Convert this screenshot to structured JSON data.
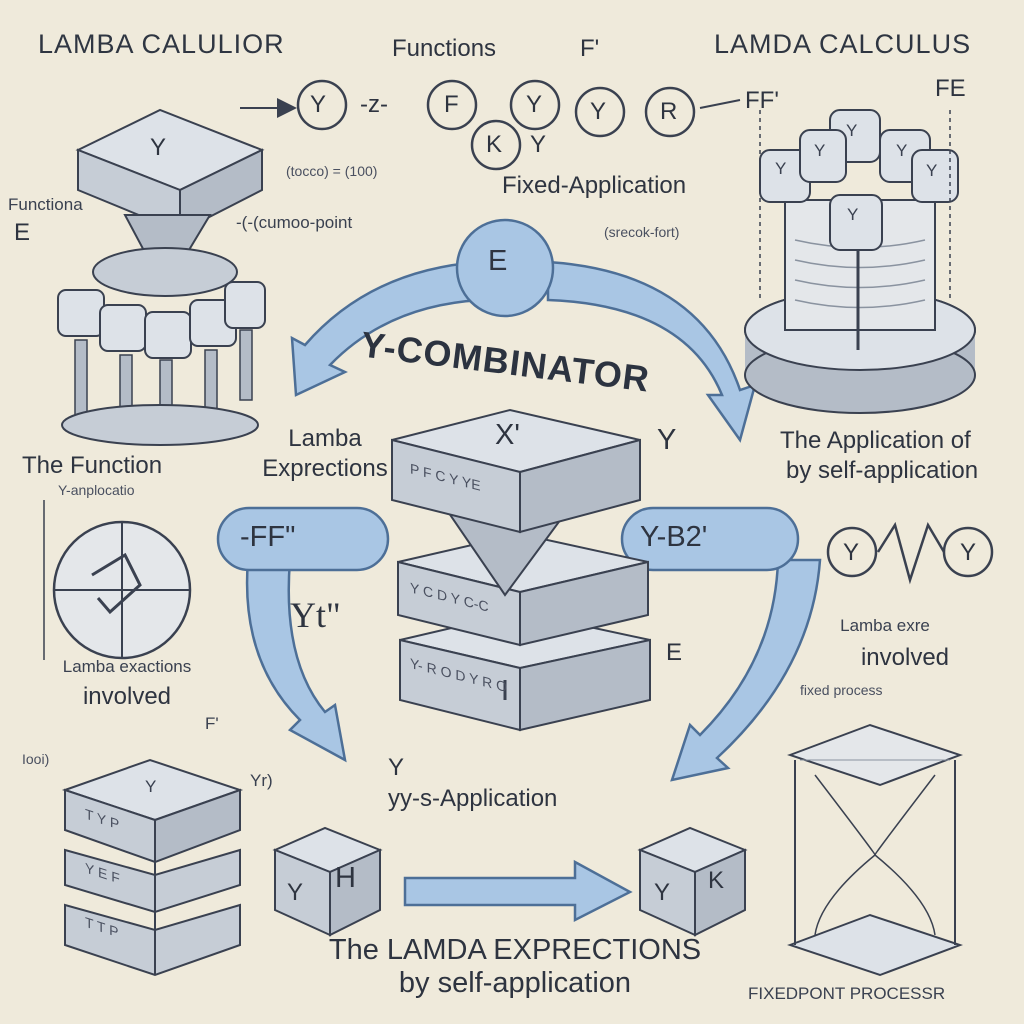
{
  "headings": {
    "top_left": "LAMBA CALULIOR",
    "top_right": "LAMDA CALCULUS",
    "center": "Y-COMBINATOR",
    "bottom": [
      "The LAMDA EXPRECTIONS",
      "by self-application"
    ],
    "bottom_right": "FIXEDPONT PROCESSR"
  },
  "labels": {
    "functions_top": "Functions",
    "f_prime_top": "F'",
    "fixed_application": "Fixed-Application",
    "combo_point": "-(-(cumoo-point",
    "paren_eq": "(tocco) = (100)",
    "reck_fort": "(srecok-fort)",
    "ff_top_right": "FF'",
    "fe_top_right": "FE",
    "functiona_left": "Functiona",
    "e_left": "E",
    "lamba_expr": [
      "Lamba",
      "Exprections"
    ],
    "the_function": "The Function",
    "y_anplocation": "Y-anplocatio",
    "lamba_exactions": [
      "Lamba exactions",
      "involved"
    ],
    "application_of": [
      "The Application of",
      "by self-application"
    ],
    "lamba_involved": [
      "Lamba exre",
      "involved"
    ],
    "fixed_process": "fixed  process",
    "y_apostrophe": "Y",
    "y_s_application": [
      "Y",
      "yy-s-Application"
    ],
    "yr_paren": "Yr)",
    "ioo_paren": "Iooi)",
    "f_mid_left": "F'",
    "yt": "Yt\"",
    "e_mark": "E"
  },
  "formula": {
    "row1": [
      "Y",
      "-z-",
      "F",
      "Y",
      "Y",
      "R"
    ],
    "row2": [
      "K",
      "Y"
    ],
    "arrow_left": "—>",
    "arrow_right": "—"
  },
  "pills": {
    "left": "-FF\"",
    "right": "Y-B2'",
    "circle": "E",
    "zigzag": [
      "Y",
      "Y"
    ]
  },
  "blocks": {
    "center_top": "X'",
    "center_faces": [
      "P F C  Y YE",
      "Y C D  Y C-C",
      "Y- R O D  Y R O"
    ],
    "top_left_face": "Y",
    "bottom_left_faces": [
      "Y",
      "T Y P",
      "Y E F",
      "T T P"
    ],
    "small_cube_left": "Y",
    "small_cube_left_face": [
      "Y",
      "H"
    ],
    "small_cube_right": [
      "Y",
      "K"
    ],
    "cylinder_letters": [
      "Y",
      "Y",
      "Y",
      "Y",
      "Y",
      "Y"
    ]
  },
  "colors": {
    "background": "#efeadb",
    "arrow_blue": "#a9c6e4",
    "arrow_stroke": "#4d6f97",
    "block_top": "#dde2e8",
    "block_side": "#b4bcc7",
    "ink": "#2e3440"
  }
}
